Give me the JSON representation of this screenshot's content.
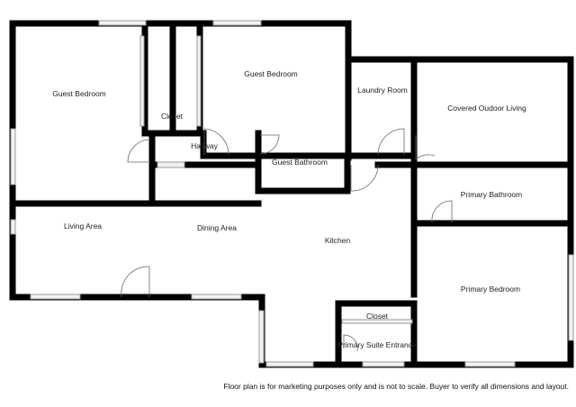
{
  "rooms": {
    "guest_bedroom_1": "Guest Bedroom",
    "guest_bedroom_2": "Guest Bedroom",
    "closet_1": "Closet",
    "hallway": "Hallway",
    "laundry_room": "Laundry Room",
    "covered_outdoor_living": "Covered Oudoor Living",
    "guest_bathroom": "Guest Bathroom",
    "primary_bathroom": "Primary Bathroom",
    "living_area": "Living Area",
    "dining_area": "Dining Area",
    "kitchen": "Kitchen",
    "primary_bedroom": "Primary Bedroom",
    "closet_2": "Closet",
    "primary_suite_entrance": "Primary Suite Entrance"
  },
  "disclaimer": "Floor plan is for marketing purposes only and is not to scale. Buyer to verify all dimensions and layout."
}
